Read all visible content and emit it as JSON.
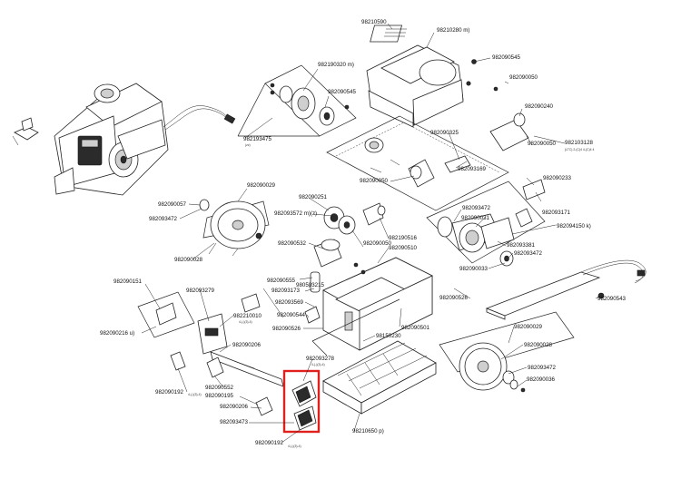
{
  "callouts": [
    {
      "id": "c1",
      "text": "98210590"
    },
    {
      "id": "c2",
      "text": "98210280 m)"
    },
    {
      "id": "c3",
      "text": "982090545"
    },
    {
      "id": "c4",
      "text": "982190320 m)"
    },
    {
      "id": "c5",
      "text": "982090545"
    },
    {
      "id": "c6",
      "text": "982090050"
    },
    {
      "id": "c7",
      "text": "982090240"
    },
    {
      "id": "c8",
      "text": "982193475"
    },
    {
      "id": "c9",
      "text": "982090325"
    },
    {
      "id": "c10",
      "text": "982090050"
    },
    {
      "id": "c11",
      "text": "982103128"
    },
    {
      "id": "c12",
      "text": "982093169"
    },
    {
      "id": "c13",
      "text": "982090050"
    },
    {
      "id": "c14",
      "text": "982090233"
    },
    {
      "id": "c15",
      "text": "982090029"
    },
    {
      "id": "c16",
      "text": "982090251"
    },
    {
      "id": "c17",
      "text": "982090057"
    },
    {
      "id": "c18",
      "text": "982093472"
    },
    {
      "id": "c19",
      "text": "982093572 m)(z)"
    },
    {
      "id": "c20",
      "text": "982093472"
    },
    {
      "id": "c21",
      "text": "982090031"
    },
    {
      "id": "c22",
      "text": "982093171"
    },
    {
      "id": "c23",
      "text": "982094150 k)"
    },
    {
      "id": "c24",
      "text": "982090532"
    },
    {
      "id": "c25",
      "text": "982190516"
    },
    {
      "id": "c26",
      "text": "982090050"
    },
    {
      "id": "c27",
      "text": "982090510"
    },
    {
      "id": "c28",
      "text": "982093381"
    },
    {
      "id": "c29",
      "text": "982093472"
    },
    {
      "id": "c30",
      "text": "982090028"
    },
    {
      "id": "c31",
      "text": "982090033"
    },
    {
      "id": "c32",
      "text": "982090151"
    },
    {
      "id": "c33",
      "text": "982090555"
    },
    {
      "id": "c34",
      "text": "980503215"
    },
    {
      "id": "c35",
      "text": "982093173"
    },
    {
      "id": "c36",
      "text": "982090526"
    },
    {
      "id": "c37",
      "text": "982090543"
    },
    {
      "id": "c38",
      "text": "982093279"
    },
    {
      "id": "c39",
      "text": "982093569"
    },
    {
      "id": "c40",
      "text": "982090544"
    },
    {
      "id": "c41",
      "text": "982210010"
    },
    {
      "id": "c42",
      "text": "982090526"
    },
    {
      "id": "c43",
      "text": "982090501"
    },
    {
      "id": "c44",
      "text": "982090029"
    },
    {
      "id": "c45",
      "text": "982090216 u)"
    },
    {
      "id": "c46",
      "text": "98150230"
    },
    {
      "id": "c47",
      "text": "982090206"
    },
    {
      "id": "c48",
      "text": "982090028"
    },
    {
      "id": "c49",
      "text": "982093278"
    },
    {
      "id": "c50",
      "text": "982090552"
    },
    {
      "id": "c51",
      "text": "982093472"
    },
    {
      "id": "c52",
      "text": "982090192"
    },
    {
      "id": "c53",
      "text": "982090195"
    },
    {
      "id": "c54",
      "text": "982090036"
    },
    {
      "id": "c55",
      "text": "982090206"
    },
    {
      "id": "c56",
      "text": "982093473"
    },
    {
      "id": "c57",
      "text": "982090192"
    },
    {
      "id": "c58",
      "text": "98210650 p)"
    }
  ],
  "fine_notes": [
    {
      "id": "n1",
      "text": "(zz)"
    },
    {
      "id": "n2",
      "text": "(LTC) 2-(C)4 4-(C)4 4"
    },
    {
      "id": "n3",
      "text": "4-(-)(3)-4)"
    },
    {
      "id": "n4",
      "text": "4-(-)(3)-4)"
    },
    {
      "id": "n5",
      "text": "4-(-)(3)-4)"
    },
    {
      "id": "n6",
      "text": "4-(-)(3)-4)"
    }
  ],
  "highlight": {
    "color": "#e0201c",
    "target": "982093278"
  }
}
